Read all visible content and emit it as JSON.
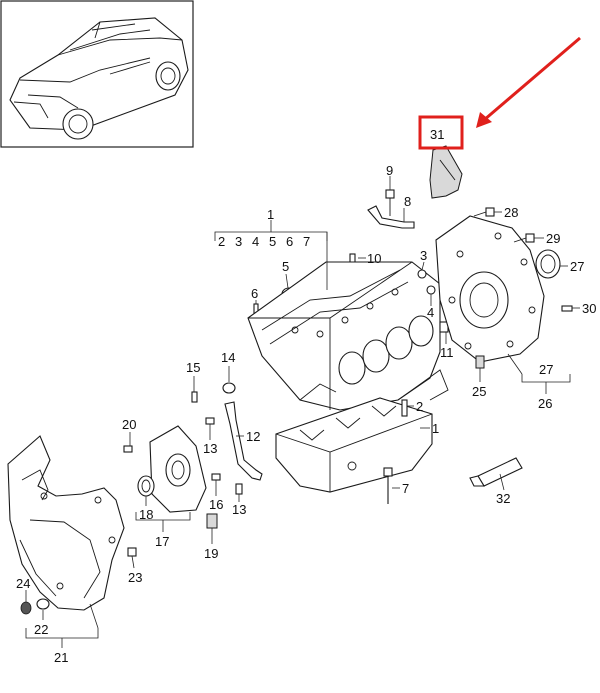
{
  "highlight": {
    "color": "#e0201c",
    "part": "31"
  },
  "callouts": [
    "1",
    "2",
    "3",
    "4",
    "5",
    "6",
    "7",
    "8",
    "9",
    "10",
    "11",
    "12",
    "13",
    "14",
    "15",
    "16",
    "17",
    "18",
    "19",
    "20",
    "21",
    "22",
    "23",
    "24",
    "25",
    "26",
    "27",
    "28",
    "29",
    "30",
    "31",
    "32"
  ],
  "group_1_members": [
    "2",
    "3",
    "4",
    "5",
    "6",
    "7"
  ],
  "group_27_label": "27",
  "thumbnail": {
    "icon": "vehicle-thumbnail-icon"
  }
}
